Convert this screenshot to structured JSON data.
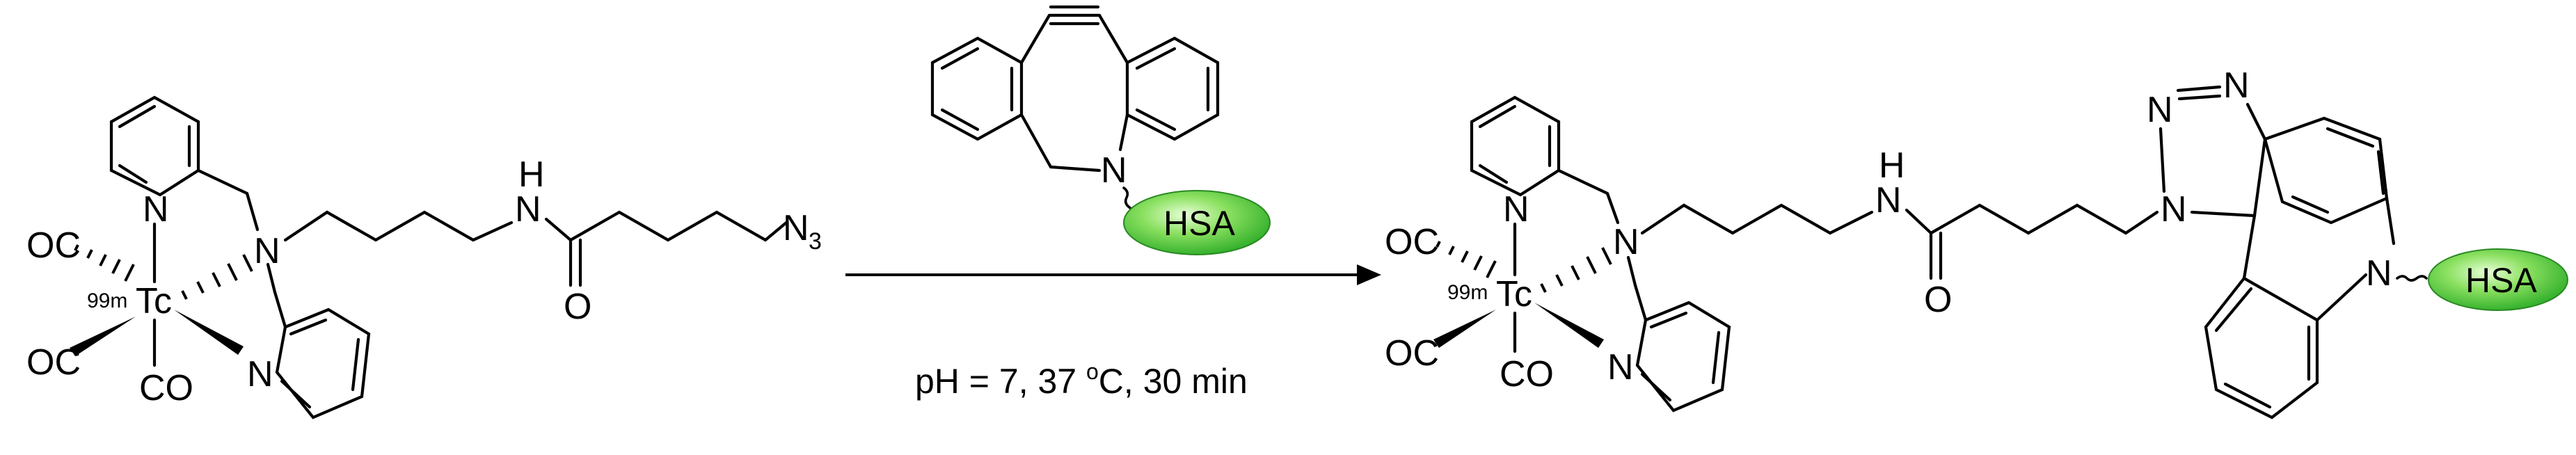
{
  "reactant": {
    "co_ligands": [
      "OC",
      "OC",
      "CO"
    ],
    "metal": "Tc",
    "isotope": "99m",
    "amine_n": "N",
    "pyridine_n": "N",
    "amide_n": "N",
    "amide_h": "H",
    "amide_o": "O",
    "azide": "N",
    "azide_sub": "3"
  },
  "reagent": {
    "n_label": "N",
    "protein_label": "HSA"
  },
  "conditions": {
    "text_a": "pH = 7, 37 ",
    "degree": "o",
    "text_b": "C, 30 min"
  },
  "product": {
    "co_ligands": [
      "OC",
      "OC",
      "CO"
    ],
    "metal": "Tc",
    "isotope": "99m",
    "amine_n": "N",
    "pyridine_n": "N",
    "amide_n": "N",
    "amide_h": "H",
    "amide_o": "O",
    "triazole_n": "N",
    "azo": "N=N",
    "ring_n": "N",
    "protein_label": "HSA"
  },
  "colors": {
    "hsa_fill_light": "#c8f5b0",
    "hsa_fill_dark": "#36c03a"
  }
}
